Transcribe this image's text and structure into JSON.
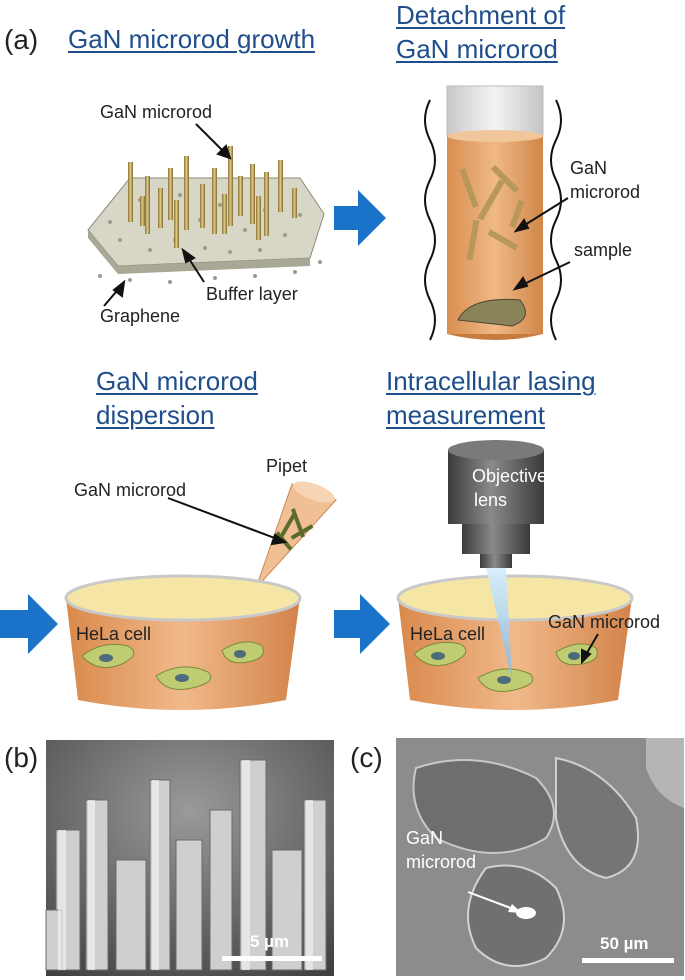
{
  "panel_a": {
    "letter": "(a)",
    "growth": {
      "title": "GaN microrod growth",
      "label_microrod": "GaN microrod",
      "label_graphene": "Graphene",
      "label_buffer": "Buffer layer"
    },
    "detachment": {
      "title_line1": "Detachment of",
      "title_line2": "GaN microrod",
      "label_microrod_line1": "GaN",
      "label_microrod_line2": "microrod",
      "label_sample": "sample"
    },
    "dispersion": {
      "title_line1": "GaN microrod",
      "title_line2": "dispersion",
      "label_pipet": "Pipet",
      "label_microrod": "GaN microrod",
      "label_cell": "HeLa cell"
    },
    "lasing": {
      "title_line1": "Intracellular lasing",
      "title_line2": "measurement",
      "label_objective_line1": "Objective",
      "label_objective_line2": "lens",
      "label_cell": "HeLa cell",
      "label_microrod": "GaN microrod"
    }
  },
  "panel_b": {
    "letter": "(b)",
    "scale_label": "5 µm"
  },
  "panel_c": {
    "letter": "(c)",
    "label_microrod_line1": "GaN",
    "label_microrod_line2": "microrod",
    "scale_label": "50 µm"
  },
  "colors": {
    "title_blue": "#1f4e8c",
    "arrow_blue": "#1a73c9",
    "liquid_orange": "#e3a66e",
    "rod_gold": "#b89a52",
    "cell_green": "#b6c46a"
  }
}
